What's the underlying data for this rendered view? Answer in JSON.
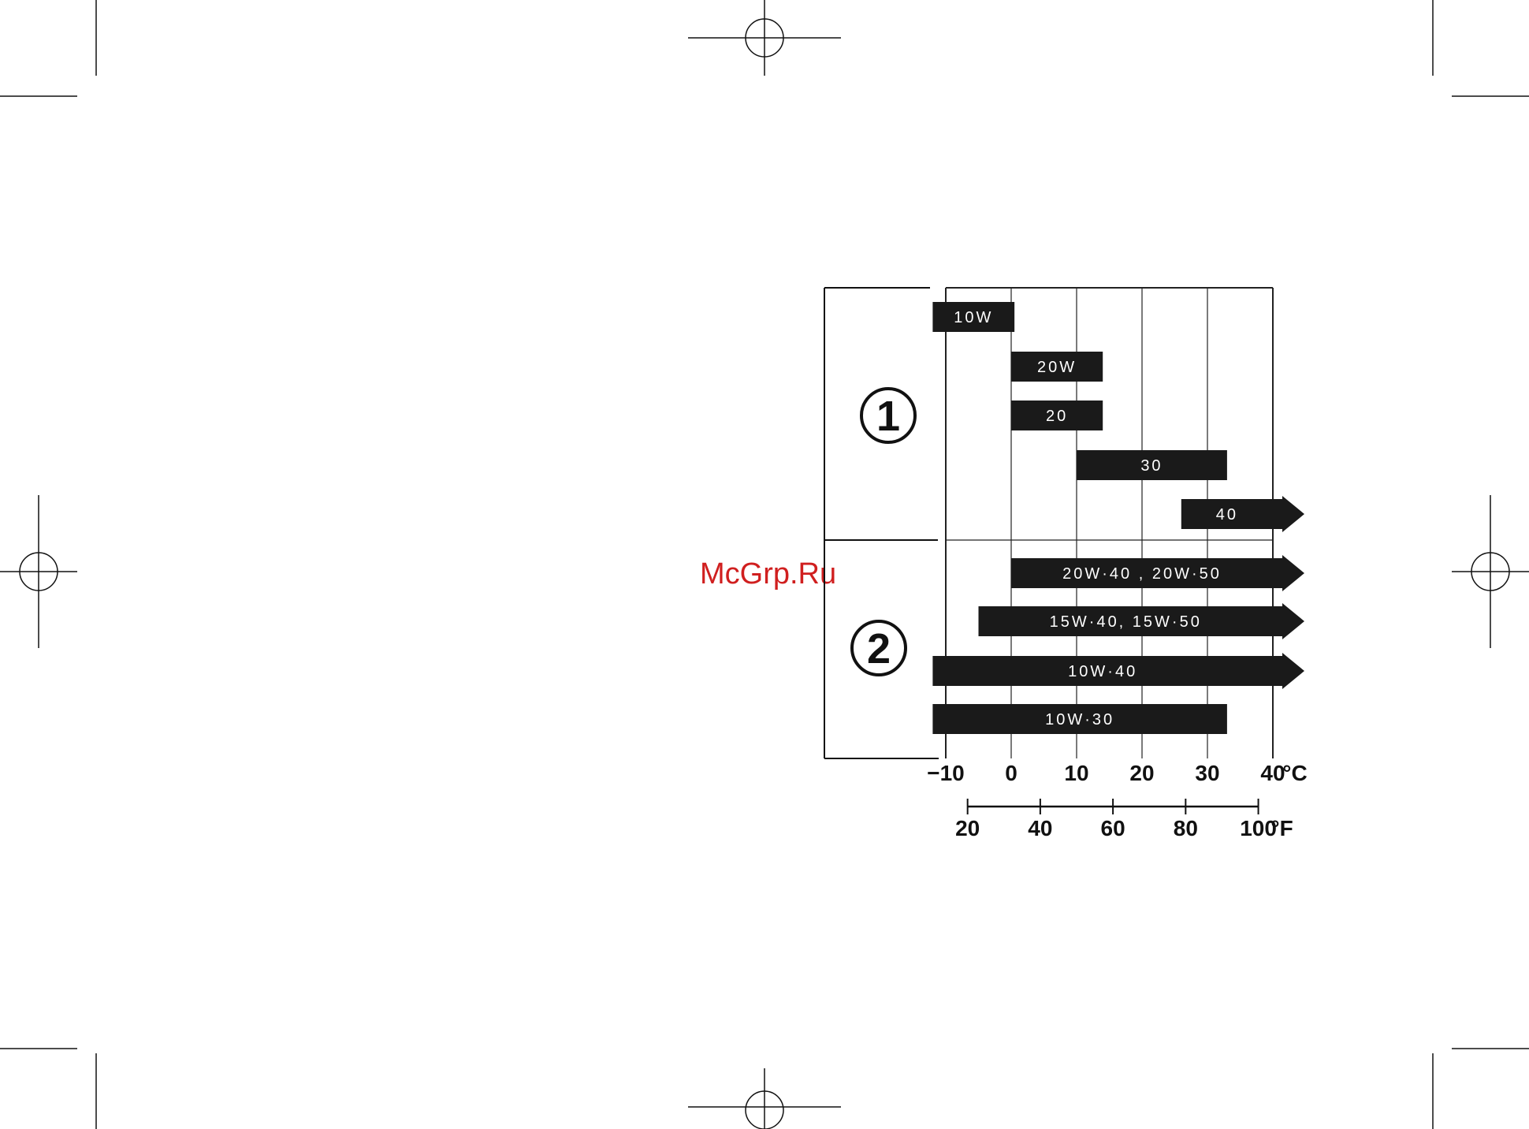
{
  "watermark": "McGrp.Ru",
  "colors": {
    "bar": "#1a1a1a",
    "bar_text": "#ffffff",
    "grid": "#222222",
    "watermark": "#d01f1f"
  },
  "chart_data": {
    "type": "bar",
    "orientation": "horizontal",
    "x_unit": "°C",
    "xlim": [
      -10,
      40
    ],
    "x_ticks": [
      "−10",
      "0",
      "10",
      "20",
      "30",
      "40"
    ],
    "x_unit_label": "°C",
    "secondary_axis": {
      "ticks": [
        "20",
        "40",
        "60",
        "80",
        "100"
      ],
      "unit_label": "°F"
    },
    "grid": true,
    "groups": [
      {
        "label": "1",
        "bars": [
          {
            "name": "10W",
            "start": -12,
            "end": 0.5,
            "arrow": false
          },
          {
            "name": "20W",
            "start": 0,
            "end": 14,
            "arrow": false
          },
          {
            "name": "20",
            "start": 0,
            "end": 14,
            "arrow": false
          },
          {
            "name": "30",
            "start": 10,
            "end": 33,
            "arrow": false
          },
          {
            "name": "40",
            "start": 26,
            "end": 40,
            "arrow": true
          }
        ]
      },
      {
        "label": "2",
        "bars": [
          {
            "name": "20W·40 , 20W·50",
            "start": 0,
            "end": 40,
            "arrow": true
          },
          {
            "name": "15W·40, 15W·50",
            "start": -5,
            "end": 40,
            "arrow": true
          },
          {
            "name": "10W·40",
            "start": -12,
            "end": 40,
            "arrow": true
          },
          {
            "name": "10W·30",
            "start": -12,
            "end": 33,
            "arrow": false
          }
        ]
      }
    ]
  }
}
